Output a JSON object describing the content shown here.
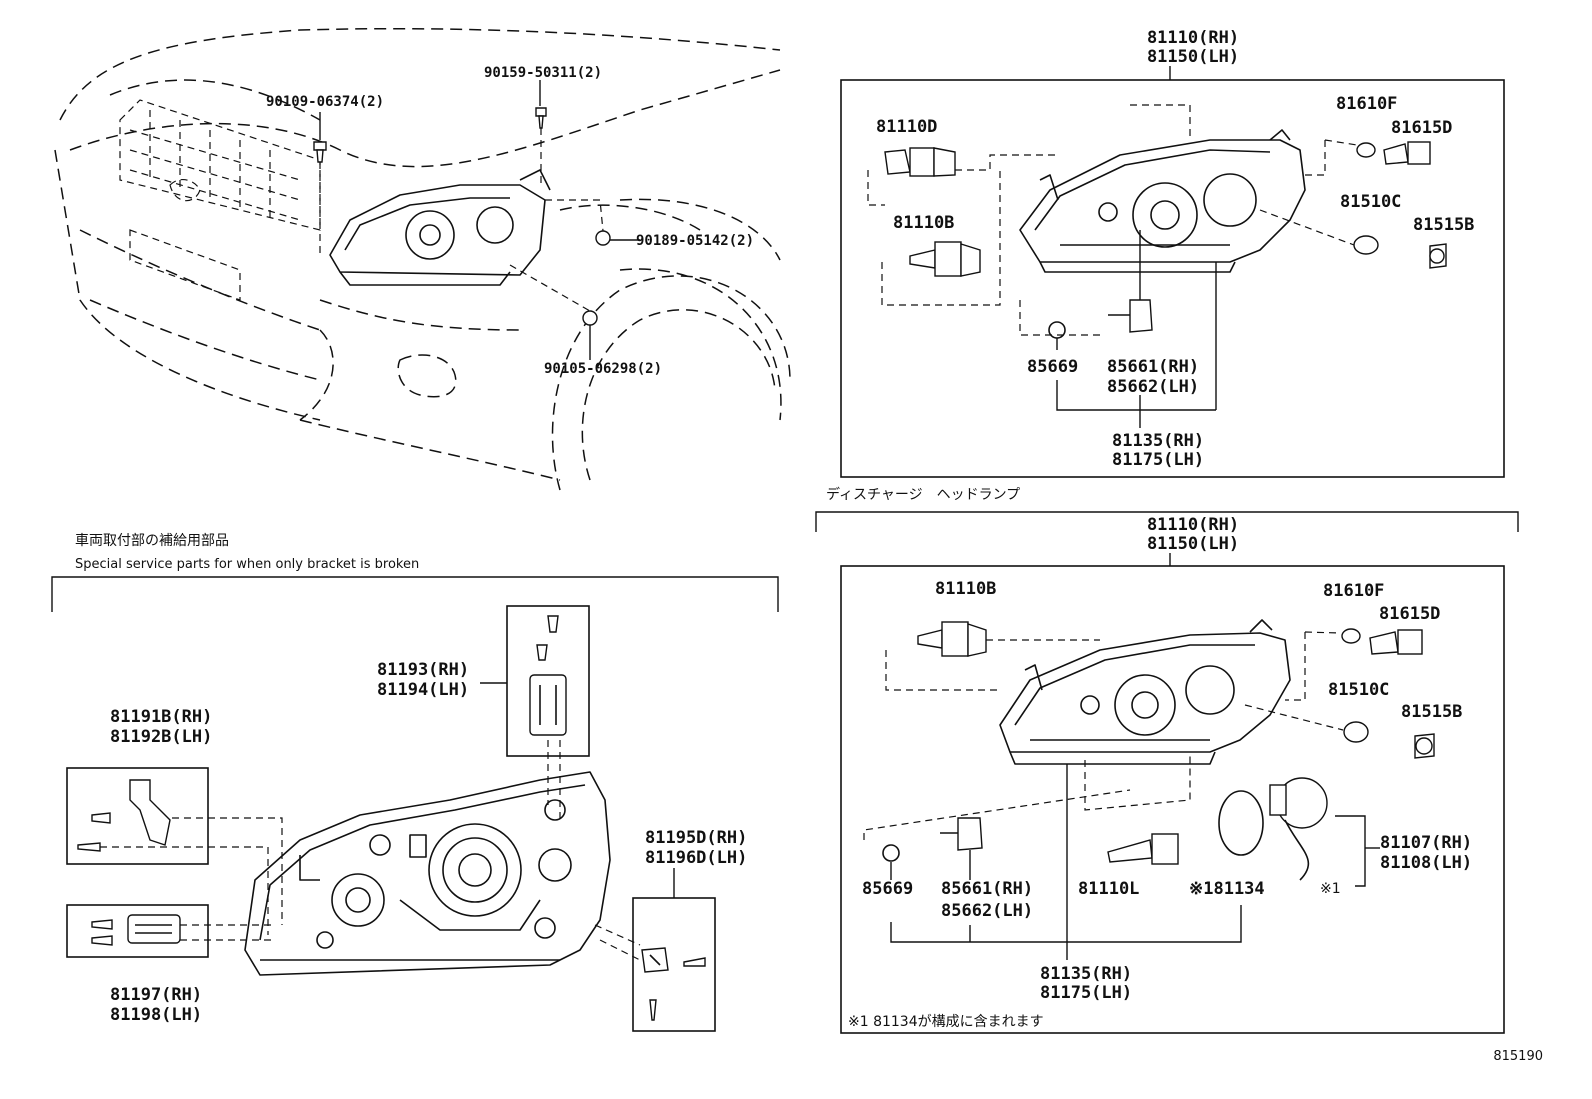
{
  "diagram_id": "815190",
  "top_left": {
    "callouts": [
      "90109-06374(2)",
      "90159-50311(2)",
      "90189-05142(2)",
      "90105-06298(2)"
    ]
  },
  "halogen": {
    "assembly": [
      "81110(RH)",
      "81150(LH)"
    ],
    "parts": [
      "81110D",
      "81110B",
      "81610F",
      "81615D",
      "81510C",
      "81515B",
      "85669"
    ],
    "socket": [
      "85661(RH)",
      "85662(LH)"
    ],
    "housing": [
      "81135(RH)",
      "81175(LH)"
    ]
  },
  "discharge": {
    "title": "ディスチャージ　ヘッドランプ",
    "assembly": [
      "81110(RH)",
      "81150(LH)"
    ],
    "parts": [
      "81110B",
      "81610F",
      "81615D",
      "81510C",
      "81515B",
      "85669",
      "81110L"
    ],
    "socket": [
      "85661(RH)",
      "85662(LH)"
    ],
    "gasket": "※181134",
    "ballast": [
      "81107(RH)",
      "81108(LH)"
    ],
    "ballast_mark": "※1",
    "housing": [
      "81135(RH)",
      "81175(LH)"
    ],
    "note": "※1 81134が構成に含まれます"
  },
  "service_parts": {
    "title_jp": "車両取付部の補給用部品",
    "title_en": "Special service parts for when only bracket is broken",
    "bracket_a": [
      "81191B(RH)",
      "81192B(LH)"
    ],
    "bracket_b": [
      "81197(RH)",
      "81198(LH)"
    ],
    "bracket_c": [
      "81193(RH)",
      "81194(LH)"
    ],
    "bracket_d": [
      "81195D(RH)",
      "81196D(LH)"
    ]
  }
}
